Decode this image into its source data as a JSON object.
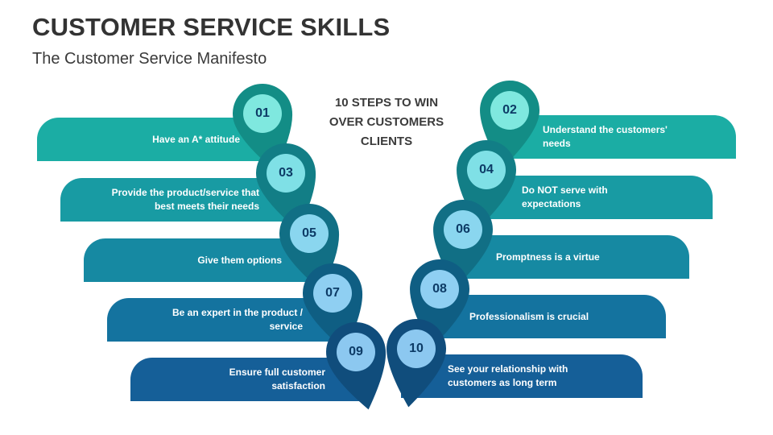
{
  "title": "CUSTOMER SERVICE SKILLS",
  "subtitle": "The Customer Service Manifesto",
  "center_heading": [
    "10 STEPS TO WIN",
    "OVER CUSTOMERS",
    "CLIENTS"
  ],
  "steps": [
    {
      "num": "01",
      "text": "Have an A* attitude",
      "color": "#1bada4"
    },
    {
      "num": "02",
      "text": "Understand the customers' needs",
      "color": "#1bada4"
    },
    {
      "num": "03",
      "text": "Provide the product/service that best meets their needs",
      "color": "#189ba3"
    },
    {
      "num": "04",
      "text": "Do NOT serve with expectations",
      "color": "#189ba3"
    },
    {
      "num": "05",
      "text": "Give them options",
      "color": "#1689a2"
    },
    {
      "num": "06",
      "text": "Promptness is a virtue",
      "color": "#1689a2"
    },
    {
      "num": "07",
      "text": "Be an expert in the product / service",
      "color": "#14739f"
    },
    {
      "num": "08",
      "text": "Professionalism is crucial",
      "color": "#14739f"
    },
    {
      "num": "09",
      "text": "Ensure full customer satisfaction",
      "color": "#155f98"
    },
    {
      "num": "10",
      "text": "See your relationship with customers as long term",
      "color": "#155f98"
    }
  ],
  "circle_colors": {
    "01": "#7fe8df",
    "02": "#7fe8df",
    "03": "#7fe0e6",
    "04": "#7fe0e6",
    "05": "#8ad6ef",
    "06": "#8ad6ef",
    "07": "#8fcff2",
    "08": "#8fcff2",
    "09": "#8cc8f0",
    "10": "#8cc8f0"
  },
  "pin_colors": {
    "01": "#138d86",
    "02": "#138d86",
    "03": "#127e86",
    "04": "#127e86",
    "05": "#116f85",
    "06": "#116f85",
    "07": "#0f5e83",
    "08": "#0f5e83",
    "09": "#104d7c",
    "10": "#104d7c"
  },
  "number_color": "#0d3b66"
}
